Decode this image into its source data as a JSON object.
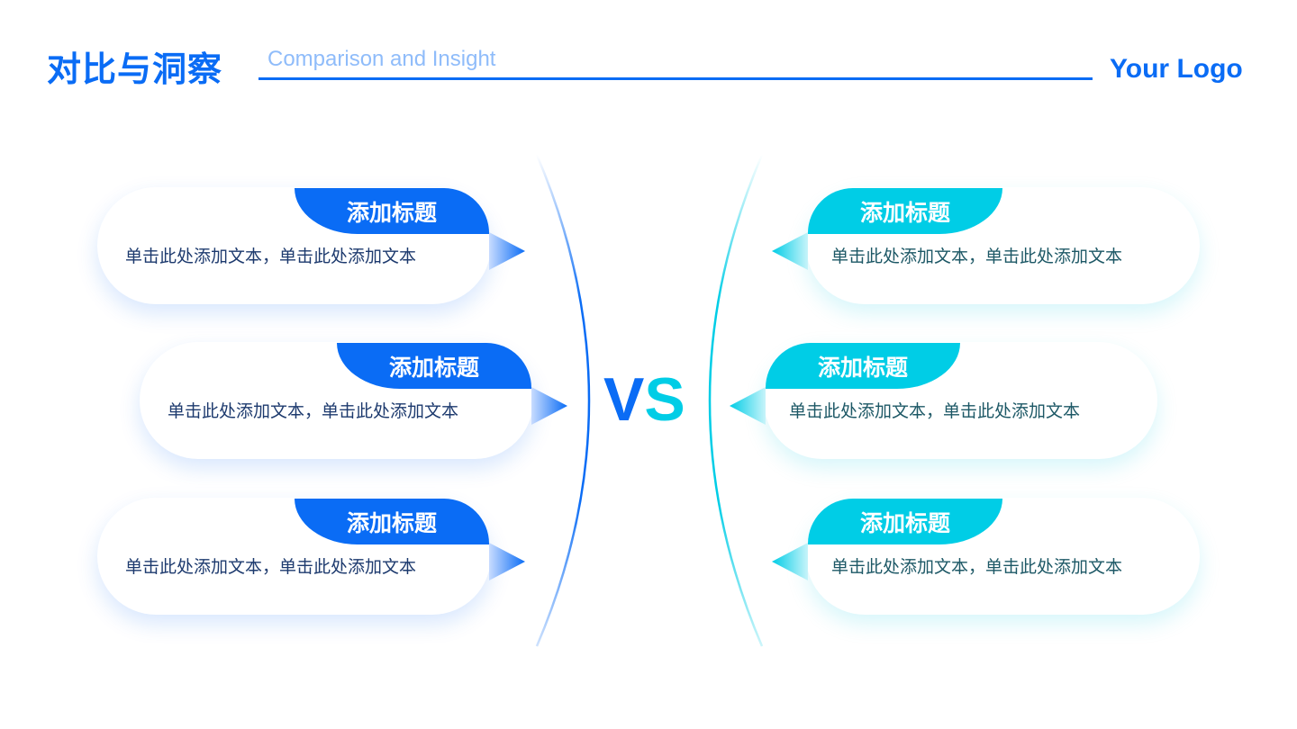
{
  "header": {
    "title": "对比与洞察",
    "subtitle": "Comparison and Insight",
    "logo": "Your Logo"
  },
  "vs": {
    "v": "V",
    "s": "S"
  },
  "colors": {
    "left": "#0a6cf5",
    "right": "#00cde6"
  },
  "left": [
    {
      "title": "添加标题",
      "text": "单击此处添加文本，单击此处添加文本"
    },
    {
      "title": "添加标题",
      "text": "单击此处添加文本，单击此处添加文本"
    },
    {
      "title": "添加标题",
      "text": "单击此处添加文本，单击此处添加文本"
    }
  ],
  "right": [
    {
      "title": "添加标题",
      "text": "单击此处添加文本，单击此处添加文本"
    },
    {
      "title": "添加标题",
      "text": "单击此处添加文本，单击此处添加文本"
    },
    {
      "title": "添加标题",
      "text": "单击此处添加文本，单击此处添加文本"
    }
  ]
}
